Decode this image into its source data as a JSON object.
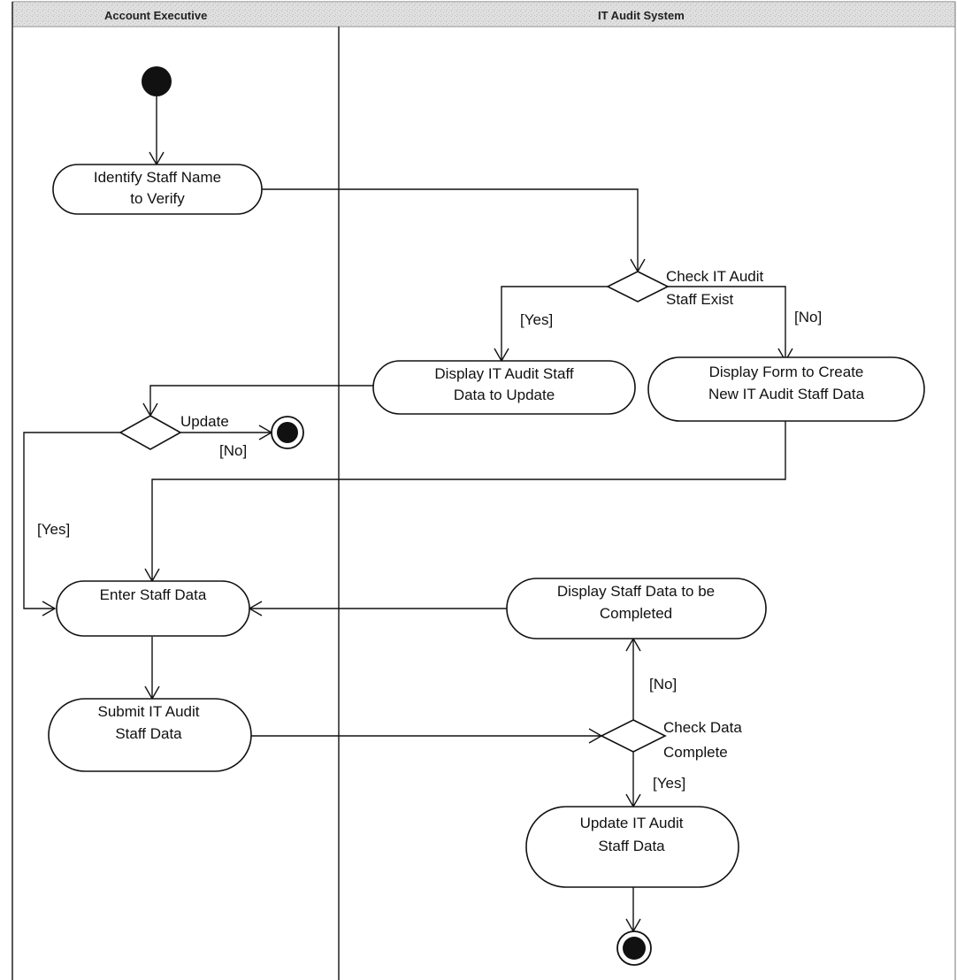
{
  "lanes": {
    "account_executive": "Account Executive",
    "it_audit_system": "IT Audit System"
  },
  "activities": {
    "identify_staff": [
      "Identify Staff Name",
      "to Verify"
    ],
    "display_update": [
      "Display IT Audit Staff",
      "Data to Update"
    ],
    "display_form": [
      "Display Form to Create",
      "New IT Audit Staff Data"
    ],
    "enter_staff": [
      "Enter Staff Data"
    ],
    "display_completed": [
      "Display Staff Data to be",
      "Completed"
    ],
    "submit_staff": [
      "Submit IT Audit",
      "Staff Data"
    ],
    "update_staff": [
      "Update IT Audit",
      "Staff Data"
    ]
  },
  "decisions": {
    "check_exist": [
      "Check IT Audit",
      "Staff Exist"
    ],
    "update": [
      "Update"
    ],
    "check_complete": [
      "Check Data",
      "Complete"
    ]
  },
  "guards": {
    "exist_yes": "[Yes]",
    "exist_no": "[No]",
    "update_no": "[No]",
    "update_yes": "[Yes]",
    "complete_no": "[No]",
    "complete_yes": "[Yes]"
  },
  "colors": {
    "ink": "#111111",
    "header_bg": "#dcdcdc"
  }
}
